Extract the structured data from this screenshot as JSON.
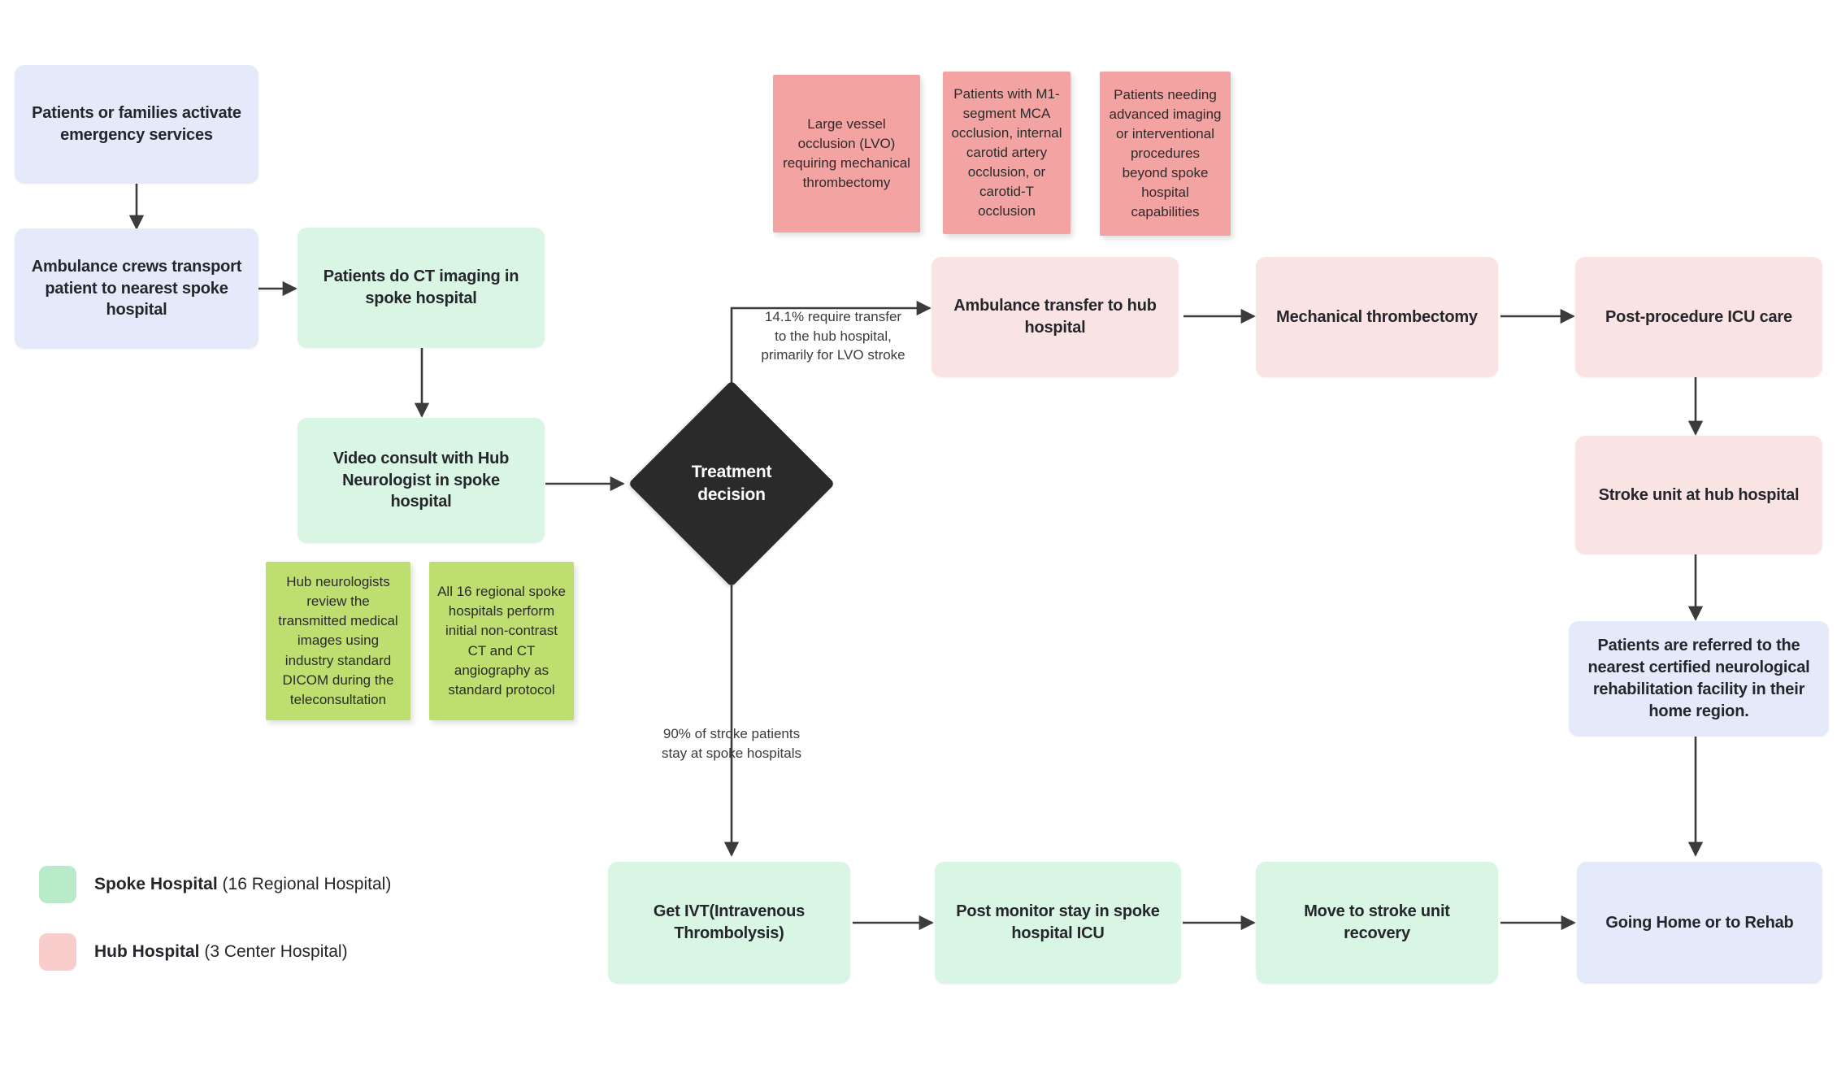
{
  "diagram": {
    "title": "Stroke care hub-and-spoke patient pathway",
    "colors": {
      "spoke_fill": "#d9f5e3",
      "hub_fill": "#fae4e3",
      "neutral_fill": "#e5eafb",
      "decision_fill": "#2b2a2a",
      "sticky_salmon": "#f4a3a3",
      "sticky_lime": "#bedf6f",
      "legend_spoke": "#b9ebcb",
      "legend_hub": "#f8cdcb",
      "edge_stroke": "#3b3b3b"
    }
  },
  "nodes": {
    "activate_emergency": "Patients or families activate emergency services",
    "ambulance_transport": "Ambulance crews transport patient to nearest spoke hospital",
    "ct_imaging": "Patients do CT imaging in spoke hospital",
    "video_consult": "Video consult with Hub Neurologist in spoke hospital",
    "treatment_decision": "Treatment decision",
    "ambulance_transfer_hub": "Ambulance transfer to hub hospital",
    "mechanical_thrombectomy": "Mechanical thrombectomy",
    "post_procedure_icu": "Post-procedure ICU care",
    "stroke_unit_hub": "Stroke unit at hub hospital",
    "referral_rehab": "Patients are referred to the nearest certified neurological rehabilitation facility in their home region.",
    "get_ivt": "Get IVT(Intravenous Thrombolysis)",
    "post_monitor_icu": "Post monitor stay in spoke hospital ICU",
    "move_stroke_unit": "Move to stroke unit recovery",
    "going_home_rehab": "Going Home or to Rehab"
  },
  "stickies": {
    "lvo": "Large vessel occlusion (LVO) requiring mechanical thrombectomy",
    "m1_mca": "Patients with M1-segment MCA occlusion, internal carotid artery occlusion, or carotid-T occlusion",
    "advanced_imaging": "Patients needing advanced imaging or interventional procedures beyond spoke hospital capabilities",
    "dicom_review": "Hub neurologists review the transmitted medical images using industry standard DICOM during the teleconsultation",
    "ct_protocol": "All 16 regional spoke hospitals perform initial non-contrast CT and CT angiography as standard protocol"
  },
  "edge_labels": {
    "transfer_rate": "14.1% require transfer\nto the hub hospital,\nprimarily for LVO stroke",
    "stay_rate": "90% of stroke patients\nstay at spoke hospitals"
  },
  "legend": {
    "spoke": {
      "name": "Spoke Hospital",
      "detail": " (16 Regional Hospital)"
    },
    "hub": {
      "name": "Hub Hospital",
      "detail": " (3 Center Hospital)"
    }
  }
}
